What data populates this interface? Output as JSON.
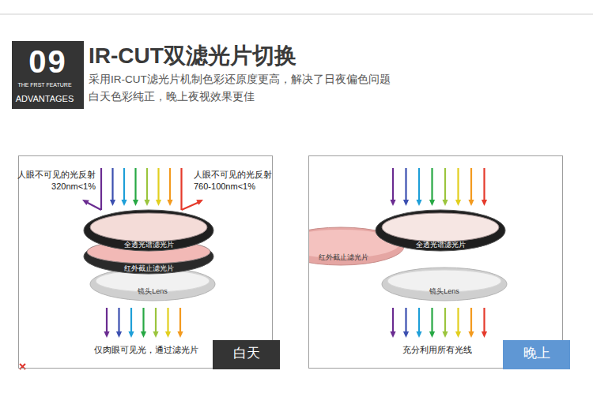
{
  "diagram": {
    "title": "IR-CUT双滤光片切换",
    "nodes": [
      {
        "text": [
          "09",
          "THE FRST FEATURE",
          "ADVANTAGES"
        ]
      },
      {
        "text": [
          "仅肉眼可见光，通过滤光片"
        ]
      },
      {
        "text": [
          "全透光谱滤光片"
        ],
        "in": 1
      },
      {
        "text": [
          "红外截止滤光片"
        ],
        "in": 1
      },
      {
        "text": [
          "镜头Lens"
        ],
        "in": 1
      },
      {
        "text": [
          "白天"
        ],
        "in": 1
      },
      {
        "text": [
          "充分利用所有光线"
        ]
      },
      {
        "text": [
          "全透光谱滤光片"
        ],
        "in": 6
      },
      {
        "text": [
          "红外截止滤光片"
        ],
        "in": 6
      },
      {
        "text": [
          "镜头Lens"
        ],
        "in": 6
      },
      {
        "text": [
          "晚上"
        ],
        "in": 6
      }
    ],
    "labels": [
      "采用IR-CUT滤光片机制色彩还原度更高，解决了日夜偏色问题",
      "白天色彩纯正，晚上夜视效果更佳",
      "人眼不可见的光反射 320nm<1%",
      "人眼不可见的光反射 760-100nm<1%"
    ]
  }
}
